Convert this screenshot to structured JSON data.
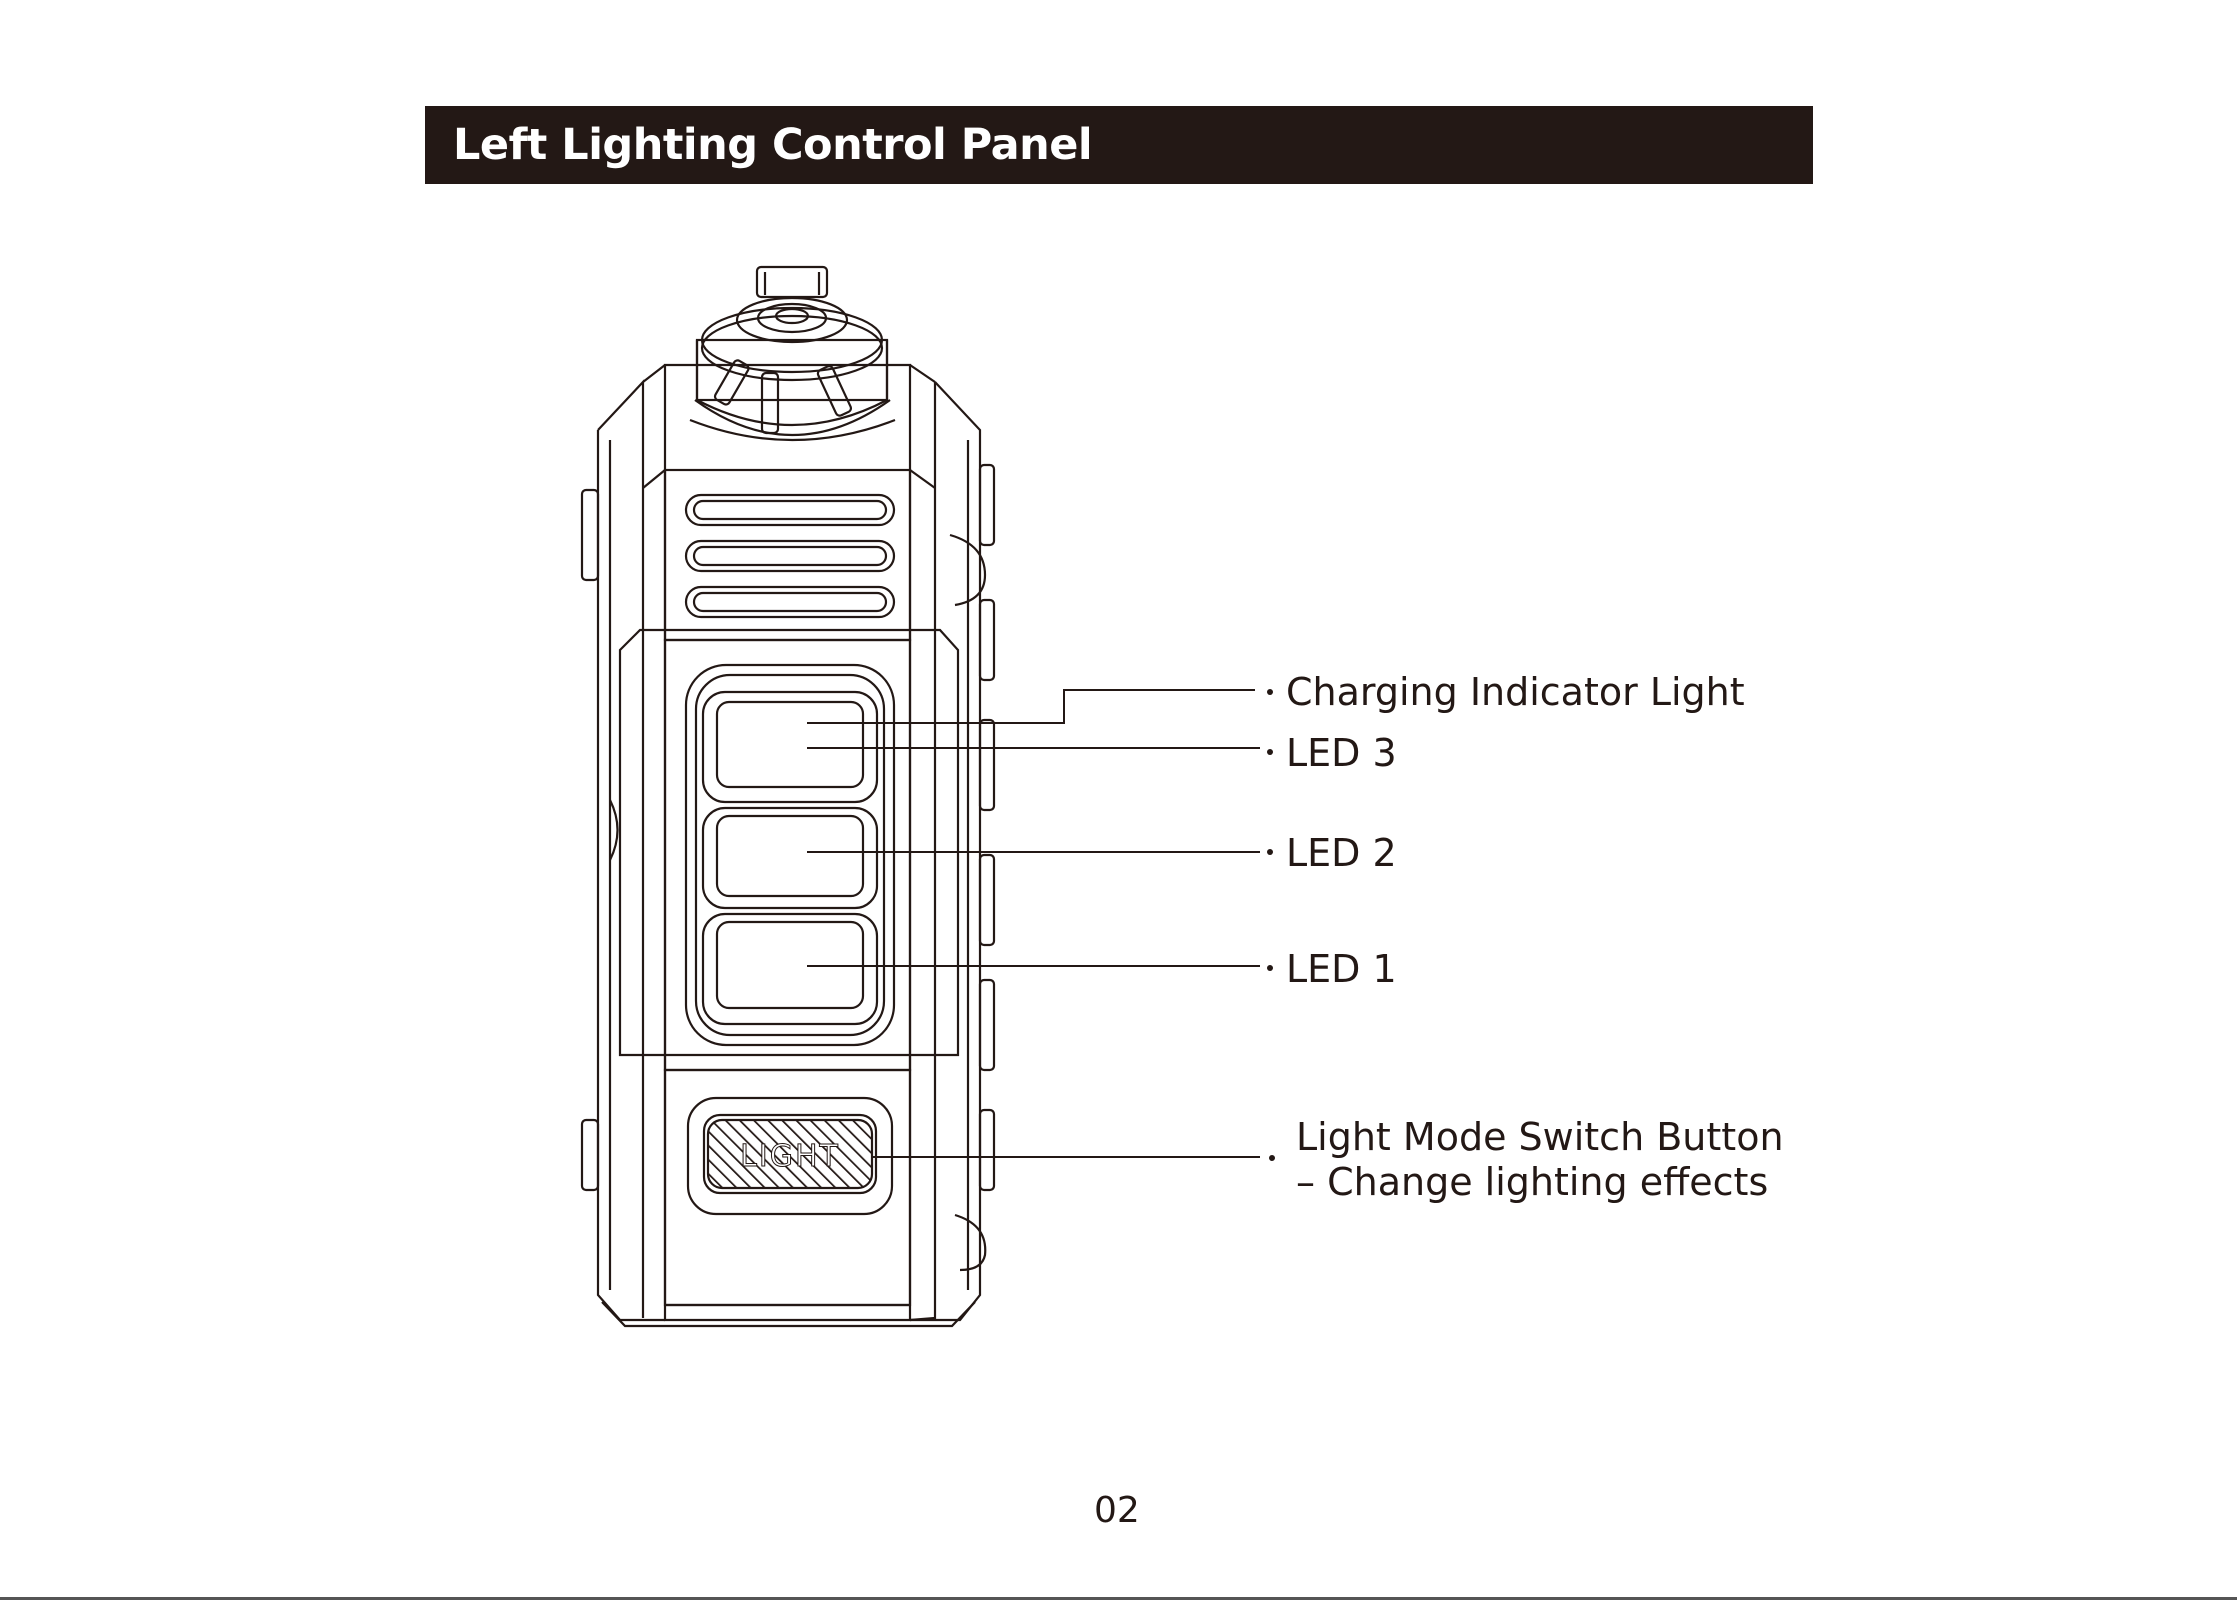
{
  "header": {
    "title": "Left Lighting Control Panel"
  },
  "device": {
    "button_engraving": "LIGHT"
  },
  "callouts": {
    "charging": "Charging Indicator Light",
    "led3": "LED 3",
    "led2": "LED 2",
    "led1": "LED 1",
    "mode_button_line1": "Light Mode Switch Button",
    "mode_button_line2": "– Change lighting effects"
  },
  "footer": {
    "page_number": "02"
  },
  "colors": {
    "ink": "#231815",
    "header_bg": "#231815",
    "header_text": "#ffffff"
  }
}
